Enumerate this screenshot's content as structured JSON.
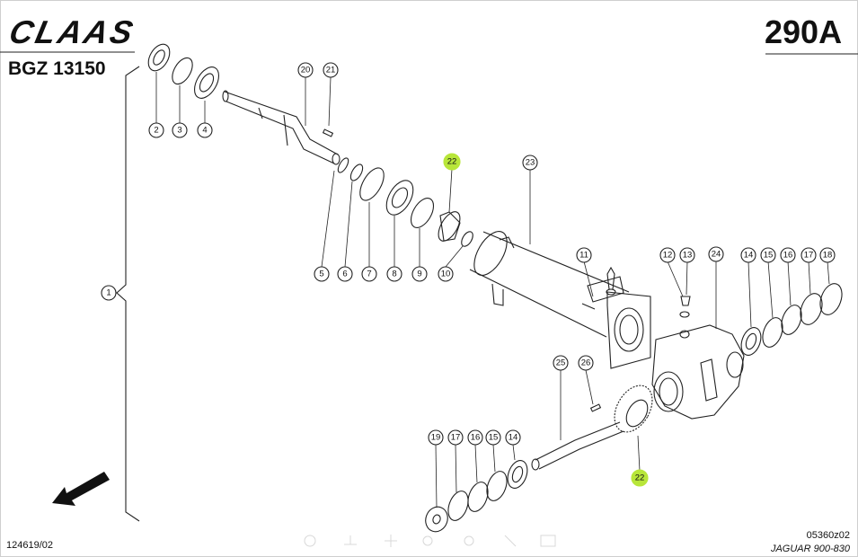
{
  "header": {
    "brand": "CLAAS",
    "code": "BGZ 13150",
    "page_number": "290A"
  },
  "footer": {
    "doc_number": "124619/02",
    "ref": "05360z02",
    "model": "JAGUAR 900-830"
  },
  "callouts": [
    {
      "id": "c1",
      "label": "1"
    },
    {
      "id": "c2",
      "label": "2"
    },
    {
      "id": "c3",
      "label": "3"
    },
    {
      "id": "c4",
      "label": "4"
    },
    {
      "id": "c5",
      "label": "5"
    },
    {
      "id": "c6",
      "label": "6"
    },
    {
      "id": "c7",
      "label": "7"
    },
    {
      "id": "c8",
      "label": "8"
    },
    {
      "id": "c9",
      "label": "9"
    },
    {
      "id": "c10",
      "label": "10"
    },
    {
      "id": "c11",
      "label": "11"
    },
    {
      "id": "c12",
      "label": "12"
    },
    {
      "id": "c13",
      "label": "13"
    },
    {
      "id": "c14a",
      "label": "14"
    },
    {
      "id": "c15a",
      "label": "15"
    },
    {
      "id": "c16a",
      "label": "16"
    },
    {
      "id": "c17a",
      "label": "17"
    },
    {
      "id": "c18",
      "label": "18"
    },
    {
      "id": "c19",
      "label": "19"
    },
    {
      "id": "c17b",
      "label": "17"
    },
    {
      "id": "c16b",
      "label": "16"
    },
    {
      "id": "c15b",
      "label": "15"
    },
    {
      "id": "c14b",
      "label": "14"
    },
    {
      "id": "c20",
      "label": "20"
    },
    {
      "id": "c21",
      "label": "21"
    },
    {
      "id": "c22a",
      "label": "22",
      "highlight": true
    },
    {
      "id": "c22b",
      "label": "22",
      "highlight": true
    },
    {
      "id": "c23",
      "label": "23"
    },
    {
      "id": "c24",
      "label": "24"
    },
    {
      "id": "c25",
      "label": "25"
    },
    {
      "id": "c26",
      "label": "26"
    }
  ],
  "colors": {
    "highlight": "#b8e63a",
    "line": "#222222"
  }
}
